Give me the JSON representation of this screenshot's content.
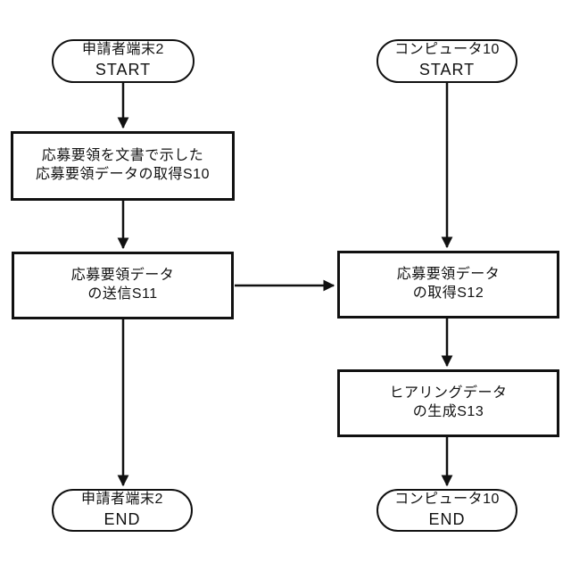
{
  "diagram": {
    "colors": {
      "line": "#111111",
      "background": "#ffffff",
      "text": "#111111"
    },
    "lanes": {
      "left_actor": "申請者端末2",
      "right_actor": "コンピュータ10"
    },
    "nodes": {
      "left_start": {
        "type": "terminal",
        "line1": "申請者端末2",
        "line2": "START"
      },
      "s10": {
        "type": "process",
        "line1": "応募要領を文書で示した",
        "line2": "応募要領データの取得S10"
      },
      "s11": {
        "type": "process",
        "line1": "応募要領データ",
        "line2": "の送信S11"
      },
      "left_end": {
        "type": "terminal",
        "line1": "申請者端末2",
        "line2": "END"
      },
      "right_start": {
        "type": "terminal",
        "line1": "コンピュータ10",
        "line2": "START"
      },
      "s12": {
        "type": "process",
        "line1": "応募要領データ",
        "line2": "の取得S12"
      },
      "s13": {
        "type": "process",
        "line1": "ヒアリングデータ",
        "line2": "の生成S13"
      },
      "right_end": {
        "type": "terminal",
        "line1": "コンピュータ10",
        "line2": "END"
      }
    },
    "edges": [
      {
        "from": "left_start",
        "to": "s10"
      },
      {
        "from": "s10",
        "to": "s11"
      },
      {
        "from": "s11",
        "to": "left_end"
      },
      {
        "from": "s11",
        "to": "s12"
      },
      {
        "from": "right_start",
        "to": "s12"
      },
      {
        "from": "s12",
        "to": "s13"
      },
      {
        "from": "s13",
        "to": "right_end"
      }
    ]
  }
}
